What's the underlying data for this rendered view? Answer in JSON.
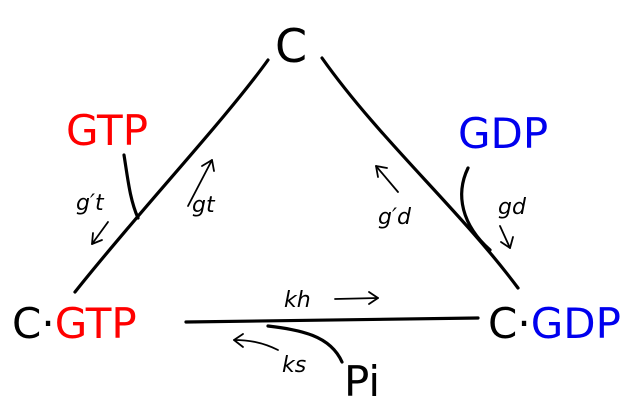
{
  "nodes": {
    "top": {
      "text": "C"
    },
    "bottom_left": {
      "prefix": "C·",
      "species": "GTP"
    },
    "bottom_right": {
      "prefix": "C·",
      "species": "GDP"
    }
  },
  "reactants": {
    "gtp": "GTP",
    "gdp": "GDP",
    "pi": "Pi"
  },
  "rates": {
    "gt_prime": "g′t",
    "gt": "gt",
    "gd_prime": "g′d",
    "gd": "gd",
    "kh": "kh",
    "ks": "ks"
  },
  "colors": {
    "gtp": "#ff0000",
    "gdp": "#0000ee",
    "ink": "#000000"
  }
}
